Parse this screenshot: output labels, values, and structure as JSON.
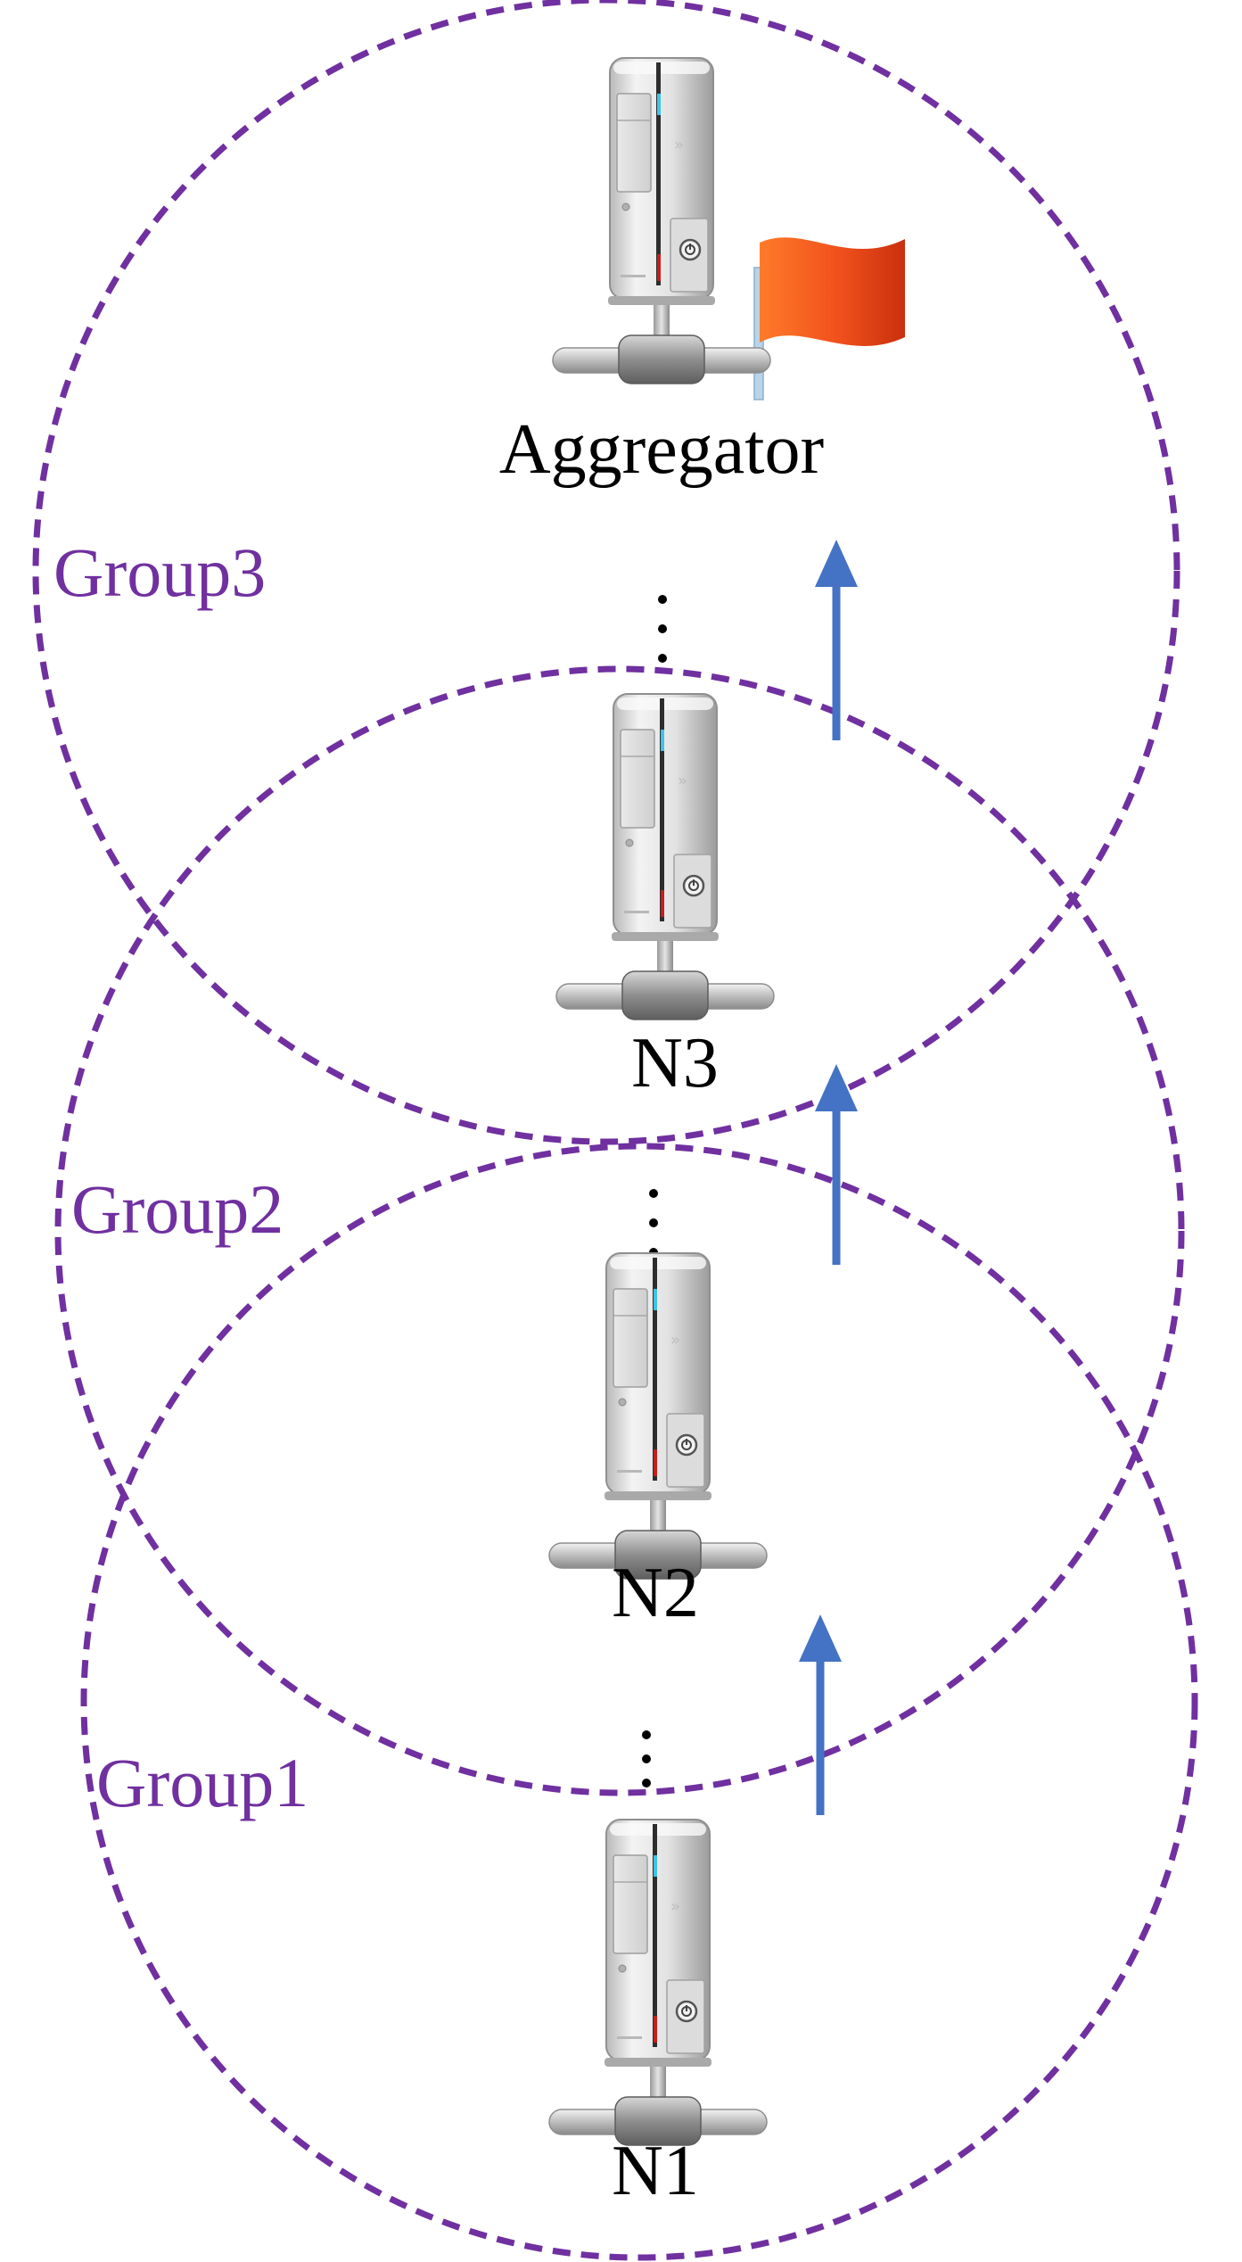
{
  "groups": [
    {
      "label": "Group1"
    },
    {
      "label": "Group2"
    },
    {
      "label": "Group3"
    }
  ],
  "nodes": [
    {
      "label": "N1"
    },
    {
      "label": "N2"
    },
    {
      "label": "N3"
    },
    {
      "label": "Aggregator"
    }
  ],
  "colors": {
    "group_outline": "#7030A0",
    "arrow": "#4472C4",
    "flag": "#E8461A",
    "text": "#000000"
  },
  "icons": {
    "server": "server-icon",
    "flag": "flag-icon"
  }
}
